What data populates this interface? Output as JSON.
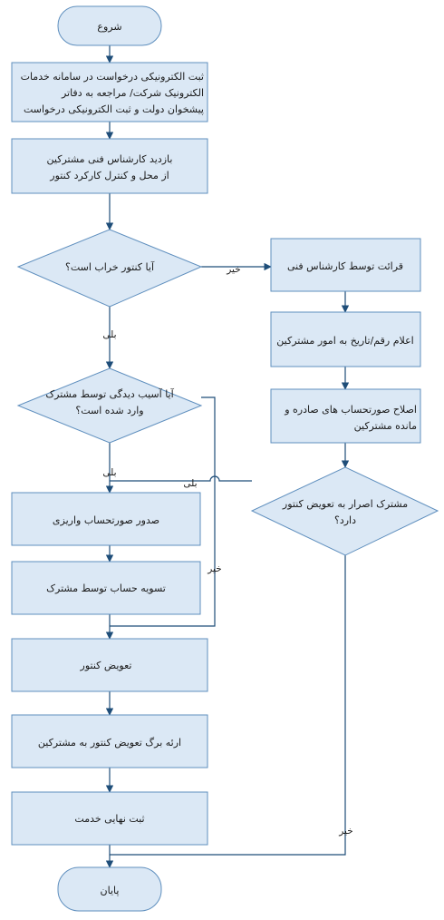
{
  "nodes": {
    "start": "شروع",
    "register": [
      "ثبت الکترونیکی درخواست در سامانه خدمات",
      "الکترونیک شرکت/ مراجعه به دفاتر",
      "پیشخوان دولت و ثبت الکترونیکی درخواست"
    ],
    "visit": [
      "بازدید کارشناس فنی مشترکین",
      "از محل و کنترل کارکرد کنتور"
    ],
    "q_broken": "آیا کنتور خراب است؟",
    "q_damage": [
      "آیا آسیب دیدگی توسط مشترک",
      "وارد شده است؟"
    ],
    "bill_settle": "صدور صورتحساب واریزی",
    "pay": "تسویه حساب توسط مشترک",
    "replace": "تعویض کنتور",
    "give_form": "ارئه برگ تعویض کنتور به مشترکین",
    "final": "ثبت نهایی خدمت",
    "end": "پایان",
    "read": "قرائت توسط کارشناس فنی",
    "announce": "اعلام رقم/تاریخ به امور مشترکین",
    "correct": [
      "اصلاح صورتحساب های صادره و",
      "مانده مشترکین"
    ],
    "q_insist": [
      "مشترک اصرار به تعویض کنتور",
      "دارد؟"
    ]
  },
  "edge_labels": {
    "no_1": "خیر",
    "yes_1": "بلی",
    "yes_2": "بلی",
    "no_2": "خیر",
    "yes_3": "بلی",
    "no_3": "خیر"
  }
}
